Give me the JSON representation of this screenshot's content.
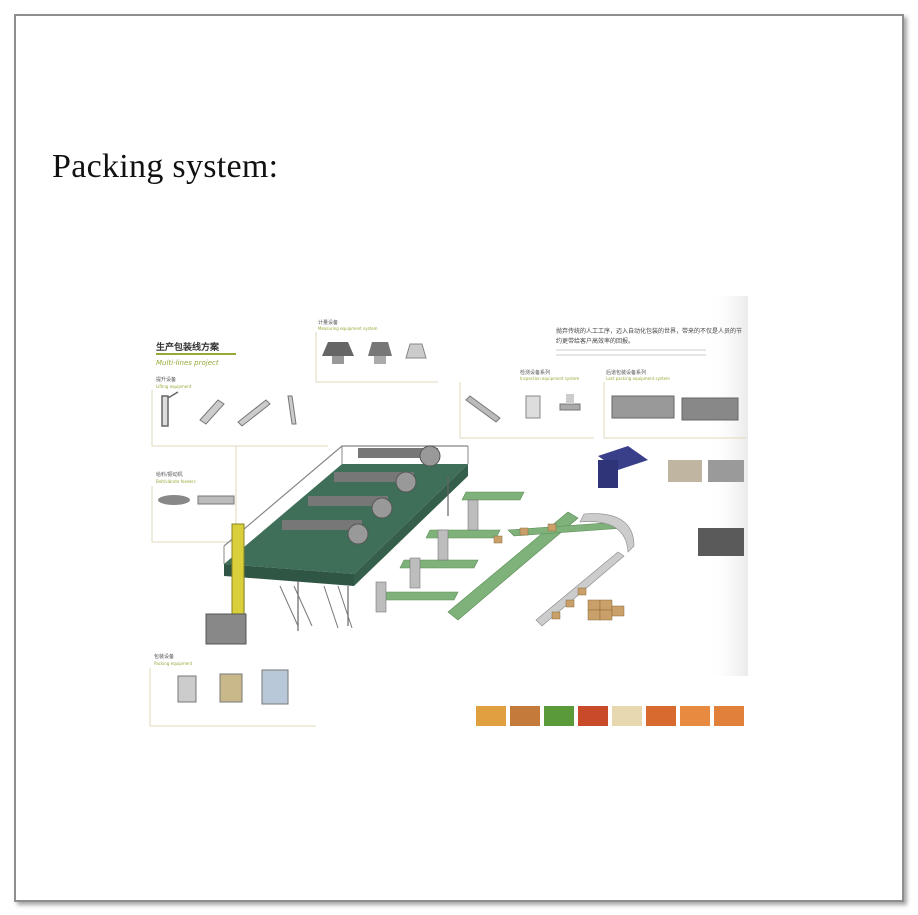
{
  "document": {
    "title": "Packing system:"
  },
  "figure": {
    "header_cn": "生产包装线方案",
    "header_en": "Multi-lines project",
    "sections": {
      "measuring": {
        "cn": "计量设备",
        "en": "Measuring equipment system"
      },
      "lifting": {
        "cn": "提升设备",
        "en": "Lifting equipment"
      },
      "feeding": {
        "cn": "给料/振动机",
        "en": "Belt/vibrate feeders"
      },
      "inspection": {
        "cn": "检测设备系列",
        "en": "Inspection equipment system"
      },
      "last_packing": {
        "cn": "后道包装设备系列",
        "en": "Last packing equipment system"
      },
      "packing": {
        "cn": "包装设备",
        "en": "Packing equipment"
      }
    },
    "intro_cn_line1": "抛弃传统的人工工序，迈入自动化包装的世界，带来的不仅是人员的节",
    "intro_cn_line2": "约更带给客户高效率的回报。"
  },
  "colors": {
    "platform": "#3f6f58",
    "platform_top": "#5f8f78",
    "conveyor": "#7fb27a",
    "rail": "#888888",
    "elevator": "#d8cf3a",
    "accent_title": "#9aa83a",
    "frame_line": "#d8cfa8",
    "case_packer": "#3a3f8a",
    "carton": "#c9a06a"
  }
}
